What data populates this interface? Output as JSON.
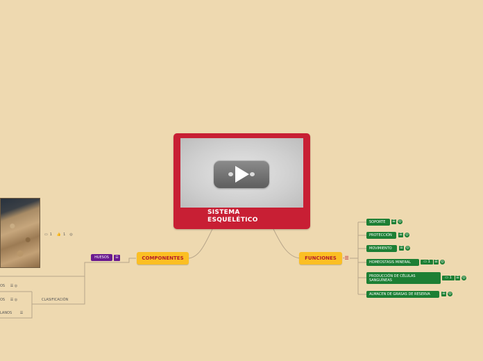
{
  "central": {
    "title_line1": "SISTEMA",
    "title_line2": "ESQUELÉTICO",
    "video_icon": "play-icon"
  },
  "left_topic": {
    "label": "COMPONENTES"
  },
  "right_topic": {
    "label": "FUNCIONES",
    "collapse": "-☰"
  },
  "huesos": {
    "label": "HUESOS",
    "notes_icon": "☰"
  },
  "clasificacion": {
    "label": "CLASIFICACIÓN"
  },
  "photo_meta": {
    "comments": "1",
    "likes": "1"
  },
  "left_items": [
    {
      "label": "OS"
    },
    {
      "label": "OS"
    },
    {
      "label": "LANOS"
    }
  ],
  "funciones": [
    {
      "label": "SOPORTE",
      "comments": null
    },
    {
      "label": "PROTECCIÓN",
      "comments": null
    },
    {
      "label": "MOVIMIENTO",
      "comments": null
    },
    {
      "label": "HOMEOSTASIS MINERAL",
      "comments": "1"
    },
    {
      "label": "PRODUCCIÓN DE CÉLULAS SANGUÍNEAS",
      "comments": "1"
    },
    {
      "label": "ALMACEN DE GRASAS DE RESERVA",
      "comments": null
    }
  ],
  "colors": {
    "background": "#eed9b0",
    "central": "#c81f34",
    "main_topic": "#fbbf24",
    "subtopic_green": "#1d7f34",
    "huesos_purple": "#6a1a8f"
  }
}
